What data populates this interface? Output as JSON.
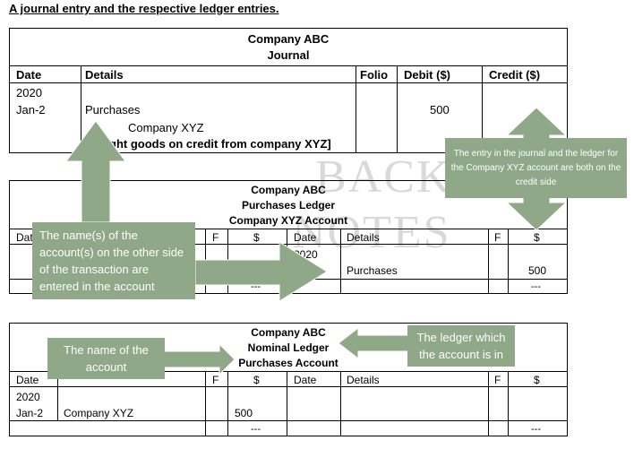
{
  "heading": "A journal entry and the respective ledger entries.",
  "watermark": {
    "line1": "BACK",
    "line2": "NOTES"
  },
  "journal": {
    "company": "Company ABC",
    "title": "Journal",
    "headers": {
      "date": "Date",
      "details": "Details",
      "folio": "Folio",
      "debit": "Debit ($)",
      "credit": "Credit ($)"
    },
    "year": "2020",
    "date": "Jan-2",
    "debit_account": "Purchases",
    "debit_amount": "500",
    "credit_account": "Company XYZ",
    "narration": "ght goods on credit from company XYZ]"
  },
  "purchases_ledger": {
    "company": "Company ABC",
    "ledger": "Purchases Ledger",
    "account": "Company XYZ Account",
    "headers": {
      "date": "Date",
      "details": "Details",
      "f": "F",
      "amount": "$"
    },
    "right_year": "2020",
    "right_details": "Purchases",
    "right_amount": "500",
    "total_left": "---",
    "total_right": "---"
  },
  "nominal_ledger": {
    "company": "Company ABC",
    "ledger": "Nominal Ledger",
    "account": "Purchases Account",
    "headers": {
      "date": "Date",
      "details": "Details",
      "f": "F",
      "amount": "$"
    },
    "left_year": "2020",
    "left_date": "Jan-2",
    "left_details": "Company XYZ",
    "left_amount": "500",
    "total_left": "---",
    "total_right": "---"
  },
  "callouts": {
    "credit_side": "The entry in the journal and the ledger for the Company XYZ account are both on the credit side",
    "other_side": "The name(s) of the account(s) on the other side of the transaction are entered in the account",
    "account_name": "The name of the account",
    "ledger_in": "The ledger which the account is in"
  },
  "colors": {
    "callout": "#8fa887",
    "watermark": "#d9d9d9"
  }
}
